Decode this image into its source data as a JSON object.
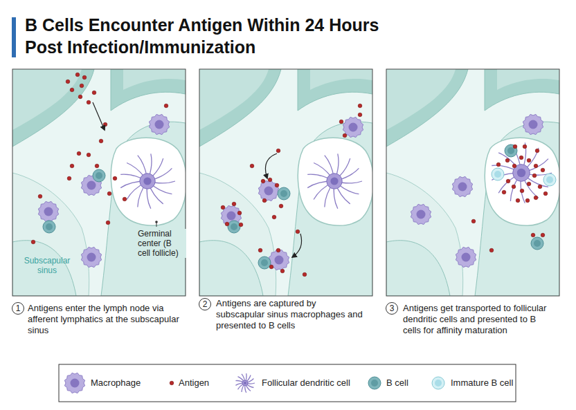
{
  "diagram": {
    "title": "B Cells Encounter Antigen Within 24 Hours Post Infection/Immunization",
    "nodes": [
      {
        "text": [
          "1"
        ]
      },
      {
        "text": [
          "2"
        ]
      },
      {
        "text": [
          "3"
        ]
      }
    ],
    "labels": [
      "Germinal center (B cell follicle)",
      "Subscapular sinus",
      "Antigens enter the lymph node via afferent lymphatics at the subscapular sinus",
      "Antigens are captured by subscapular sinus macrophages and presented to B cells",
      "Antigens get transported to follicular dendritic cells and presented to B cells for affinity maturation"
    ],
    "legend": [
      {
        "text": "Macrophage"
      },
      {
        "text": "Antigen"
      },
      {
        "text": "Follicular dendritic cell"
      },
      {
        "text": "B cell"
      },
      {
        "text": "Immature B cell"
      }
    ]
  }
}
